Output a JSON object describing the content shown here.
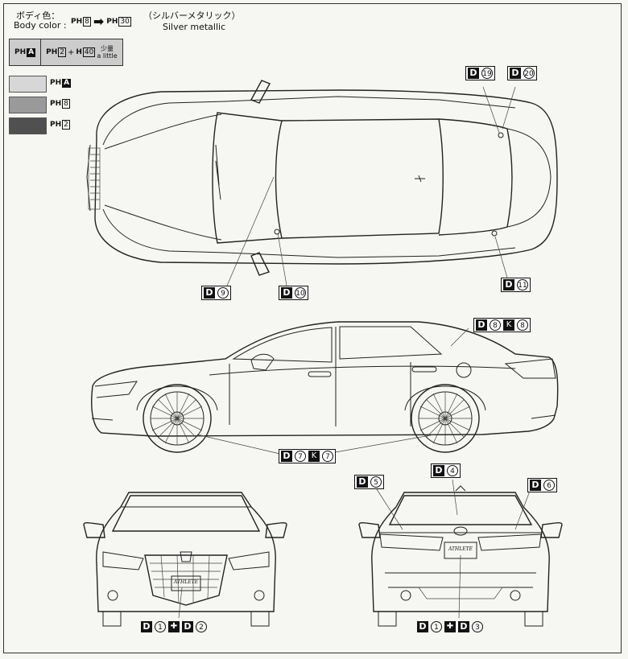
{
  "header": {
    "body_color_jp": "ボディ色：",
    "body_color_en": "Body color :",
    "ph_prefix": "PH",
    "color_from": "8",
    "color_to": "30",
    "color_name_jp": "（シルバーメタリック）",
    "color_name_en": "Silver metallic"
  },
  "mix": {
    "left_label": "A",
    "right_a": "2",
    "plus": "+",
    "h_prefix": "H",
    "right_b": "40",
    "little_jp": "少量",
    "little_en": "a little"
  },
  "swatches": [
    {
      "code": "A",
      "color": "#d7d7d7"
    },
    {
      "code": "8",
      "color": "#9a9a9a"
    },
    {
      "code": "2",
      "color": "#505050"
    }
  ],
  "tags": {
    "d_letter": "D",
    "s_letter": "K",
    "t19": "19",
    "t20": "20",
    "t9": "9",
    "t10": "10",
    "t11": "11",
    "t8a": "8",
    "t8b": "8",
    "t7a": "7",
    "t7b": "7",
    "t5": "5",
    "t4": "4",
    "t6": "6",
    "t1a": "1",
    "t2": "2",
    "t1b": "1",
    "t3": "3"
  },
  "plates": {
    "front_brand": "ATHLETE",
    "rear_brand": "ATHLETE"
  }
}
